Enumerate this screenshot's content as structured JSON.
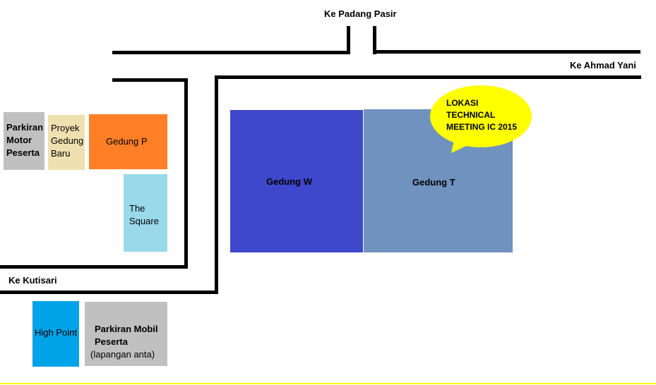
{
  "roads": {
    "north": "Ke Padang Pasir",
    "east": "Ke Ahmad Yani",
    "west": "Ke Kutisari"
  },
  "buildings": {
    "parkiran_motor": [
      "Parkiran",
      "Motor",
      "Peserta"
    ],
    "proyek": [
      "Proyek",
      "Gedung",
      "Baru"
    ],
    "gedung_p": "Gedung P",
    "the_square": [
      "The",
      "Square"
    ],
    "gedung_w": "Gedung W",
    "gedung_t": "Gedung T",
    "high_point": "High Point",
    "parkiran_mobil": [
      "Parkiran Mobil",
      "Peserta",
      "(lapangan anta)"
    ]
  },
  "callout": [
    "LOKASI",
    "TECHNICAL",
    "MEETING IC 2015"
  ],
  "colors": {
    "gray": "#c0c0c0",
    "beige": "#efe0b0",
    "orange": "#ff7f27",
    "light_blue": "#99d9ea",
    "blue": "#3f48cc",
    "steel_blue": "#7092be",
    "cyan_blue": "#00a2e8",
    "yellow": "#ffff00"
  }
}
